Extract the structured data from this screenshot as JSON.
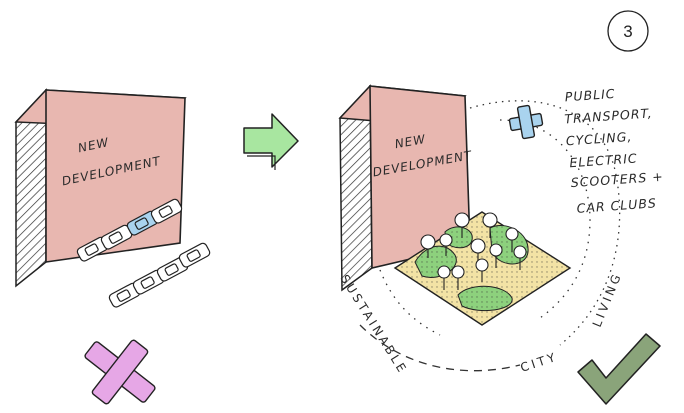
{
  "badge": {
    "number": "3"
  },
  "before": {
    "building_line1": "NEW",
    "building_line2": "DEVELOPMENT"
  },
  "after": {
    "building_line1": "NEW",
    "building_line2": "DEVELOPMENT",
    "transport_notes": [
      "PUBLIC",
      "TRANSPORT,",
      "CYCLING,",
      "ELECTRIC",
      "SCOOTERS +",
      "CAR CLUBS"
    ],
    "ring_text_left": "SUSTAINABLE",
    "ring_text_mid": "CITY",
    "ring_text_right": "LIVING"
  },
  "colors": {
    "building_face": "#e8b7b0",
    "building_side": "#ffffff",
    "arrow": "#a8e6a0",
    "cross_bad": "#e6a7e6",
    "plus_transport": "#a9d3ee",
    "park_ground": "#f3e3a5",
    "park_green": "#8dd17d",
    "car_blue": "#a9d3ee",
    "check_good": "#8aa47a"
  }
}
